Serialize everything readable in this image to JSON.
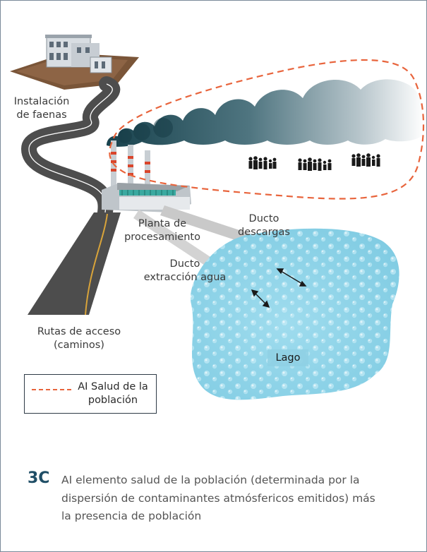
{
  "labels": {
    "instalacion": [
      "Instalación",
      "de faenas"
    ],
    "planta": [
      "Planta de",
      "procesamiento"
    ],
    "ducto_descargas": [
      "Ducto",
      "descargas"
    ],
    "ducto_extraccion": [
      "Ducto",
      "extracción agua"
    ],
    "rutas": [
      "Rutas de acceso",
      "(caminos)"
    ],
    "lago": "Lago"
  },
  "legend": {
    "text": [
      "AI Salud de la",
      "población"
    ],
    "dash_color": "#e8643c"
  },
  "caption": {
    "code": "3C",
    "lines": [
      "AI elemento salud de la población (determinada por la",
      "dispersión de contaminantes atmósfericos emitidos) más",
      "la presencia de población"
    ]
  },
  "colors": {
    "smoke_dark": "#1f4a55",
    "smoke_light": "#ffffff",
    "lake": "#8fd3e8",
    "road": "#4d4d4d",
    "frame": "#7a8a99",
    "caption_code": "#1f4e66"
  },
  "icons": [
    "building-icon",
    "factory-icon",
    "smoke-cloud-icon",
    "people-group-icon",
    "lake-icon",
    "road-icon",
    "arrow-icon"
  ]
}
